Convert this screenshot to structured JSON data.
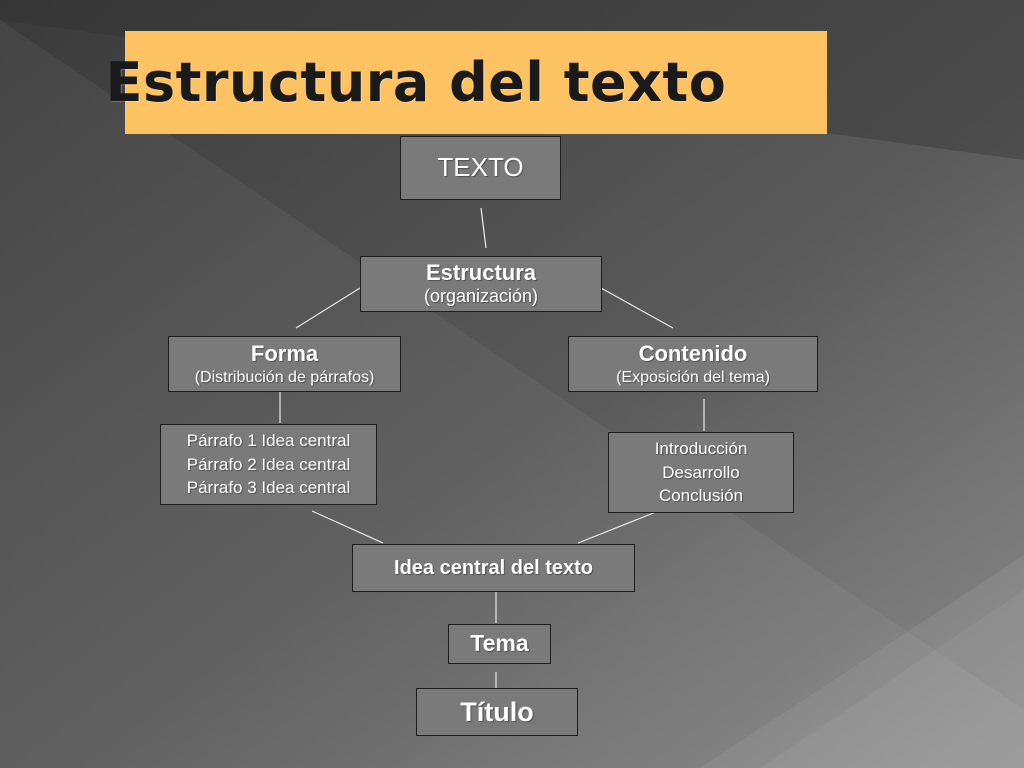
{
  "slide": {
    "title": "Estructura del texto",
    "colors": {
      "title_bg": "#fdc262",
      "box_fill": "#7a7a7a",
      "box_border": "#1e1e1e",
      "background_dark": "#3c3c3c",
      "background_light": "#8a8a8a"
    }
  },
  "diagram": {
    "texto": "TEXTO",
    "estructura": {
      "title": "Estructura",
      "subtitle": "(organización)"
    },
    "forma": {
      "title": "Forma",
      "subtitle": "(Distribución de párrafos)"
    },
    "contenido": {
      "title": "Contenido",
      "subtitle": "(Exposición del tema)"
    },
    "parrafos": [
      "Párrafo 1 Idea central",
      "Párrafo 2 Idea central",
      "Párrafo 3 Idea central"
    ],
    "partes": [
      "Introducción",
      "Desarrollo",
      "Conclusión"
    ],
    "idea_central": "Idea central del texto",
    "tema": "Tema",
    "titulo": "Título"
  }
}
